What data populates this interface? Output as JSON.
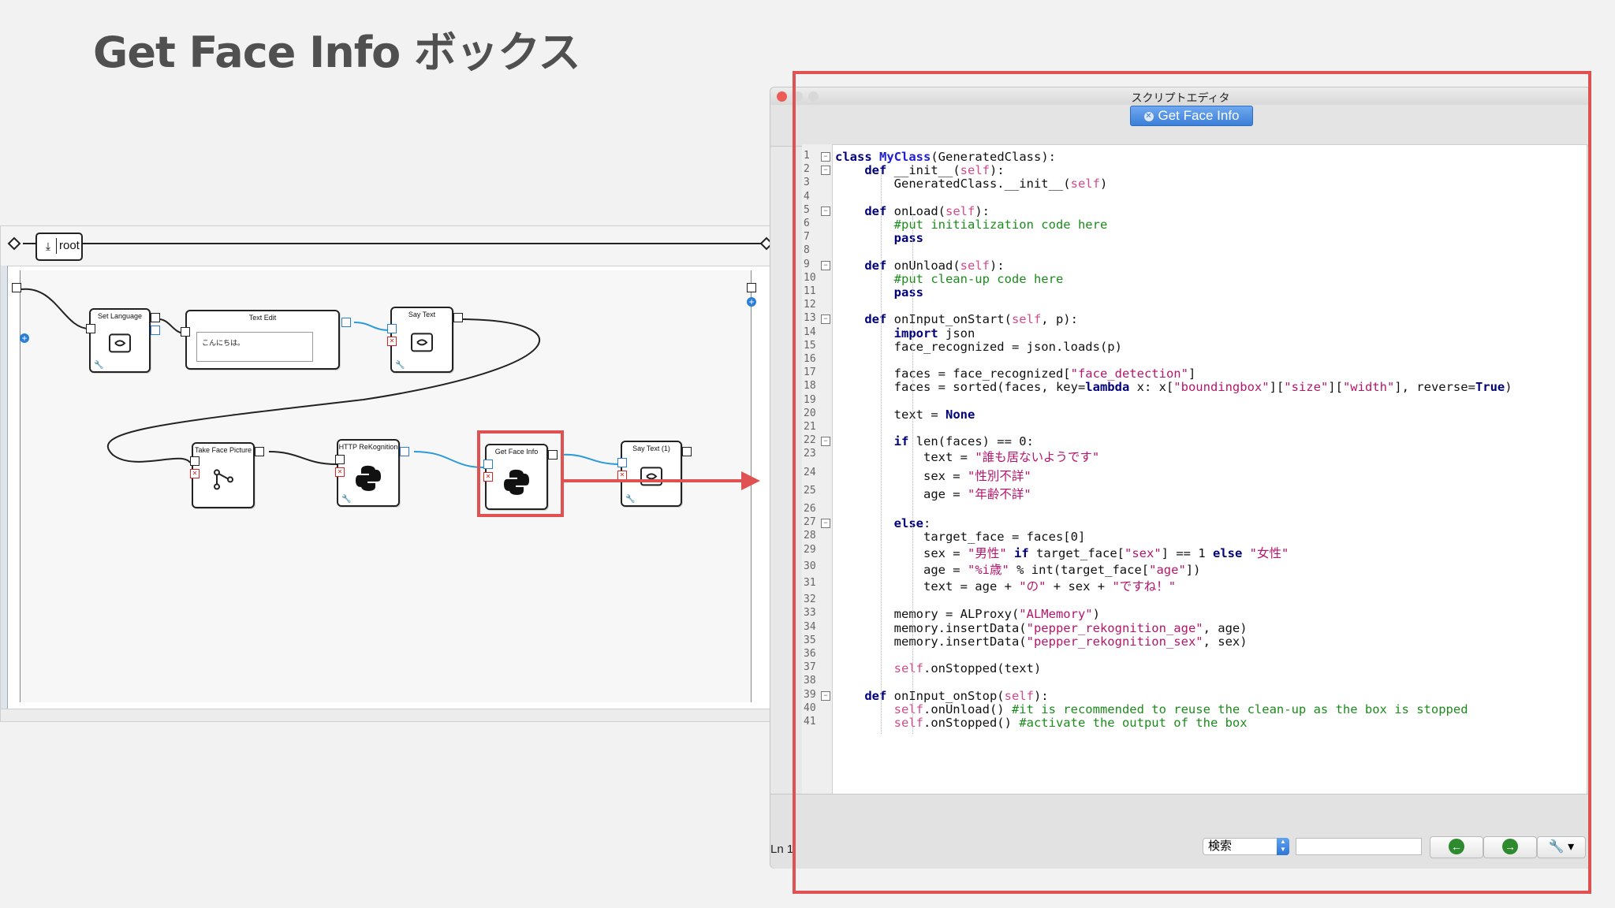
{
  "slide": {
    "title": "Get Face Info ボックス"
  },
  "flow": {
    "breadcrumb": "root",
    "boxes": {
      "set_language": "Set Language",
      "text_edit": "Text Edit",
      "text_edit_value": "こんにちは。",
      "say_text": "Say Text",
      "take_face_picture": "Take Face Picture",
      "http_rekognition": "HTTP ReKognition",
      "get_face_info": "Get Face Info",
      "say_text_1": "Say Text (1)"
    }
  },
  "editor": {
    "window_title": "スクリプトエディタ",
    "tab_label": "Get Face Info",
    "line_numbers": [
      "1",
      "2",
      "3",
      "4",
      "5",
      "6",
      "7",
      "8",
      "9",
      "10",
      "11",
      "12",
      "13",
      "14",
      "15",
      "16",
      "17",
      "18",
      "19",
      "20",
      "21",
      "22",
      "23",
      "24",
      "25",
      "26",
      "27",
      "28",
      "29",
      "30",
      "31",
      "32",
      "33",
      "34",
      "35",
      "36",
      "37",
      "38",
      "39",
      "40",
      "41"
    ],
    "status": "Ln 1",
    "search_mode": "検索",
    "search_value": "",
    "colors": {
      "keyword": "#00007a",
      "class": "#2020d0",
      "self": "#d44a8a",
      "comment": "#1b8c1b",
      "string": "#b5166b",
      "accent": "#3b7fd8",
      "highlight": "#e05252"
    }
  },
  "code_lines": [
    "class MyClass(GeneratedClass):",
    "    def __init__(self):",
    "        GeneratedClass.__init__(self)",
    "",
    "    def onLoad(self):",
    "        #put initialization code here",
    "        pass",
    "",
    "    def onUnload(self):",
    "        #put clean-up code here",
    "        pass",
    "",
    "    def onInput_onStart(self, p):",
    "        import json",
    "        face_recognized = json.loads(p)",
    "",
    "        faces = face_recognized[\"face_detection\"]",
    "        faces = sorted(faces, key=lambda x: x[\"boundingbox\"][\"size\"][\"width\"], reverse=True)",
    "",
    "        text = None",
    "",
    "        if len(faces) == 0:",
    "            text = \"誰も居ないようです\"",
    "            sex = \"性別不詳\"",
    "            age = \"年齢不詳\"",
    "",
    "        else:",
    "            target_face = faces[0]",
    "            sex = \"男性\" if target_face[\"sex\"] == 1 else \"女性\"",
    "            age = \"%i歳\" % int(target_face[\"age\"])",
    "            text = age + \"の\" + sex + \"ですね！\"",
    "",
    "        memory = ALProxy(\"ALMemory\")",
    "        memory.insertData(\"pepper_rekognition_age\", age)",
    "        memory.insertData(\"pepper_rekognition_sex\", sex)",
    "",
    "        self.onStopped(text)",
    "",
    "    def onInput_onStop(self):",
    "        self.onUnload() #it is recommended to reuse the clean-up as the box is stopped",
    "        self.onStopped() #activate the output of the box"
  ]
}
